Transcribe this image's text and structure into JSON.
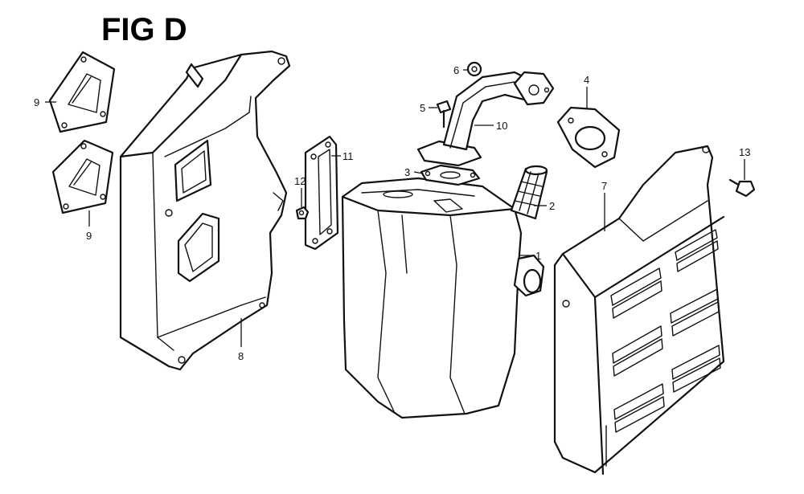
{
  "figure": {
    "title": "FIG D"
  },
  "callouts": {
    "c1": "1",
    "c2": "2",
    "c3": "3",
    "c4": "4",
    "c5": "5",
    "c6": "6",
    "c7": "7",
    "c8": "8",
    "c9a": "9",
    "c9b": "9",
    "c10": "10",
    "c11": "11",
    "c12": "12",
    "c13": "13"
  }
}
